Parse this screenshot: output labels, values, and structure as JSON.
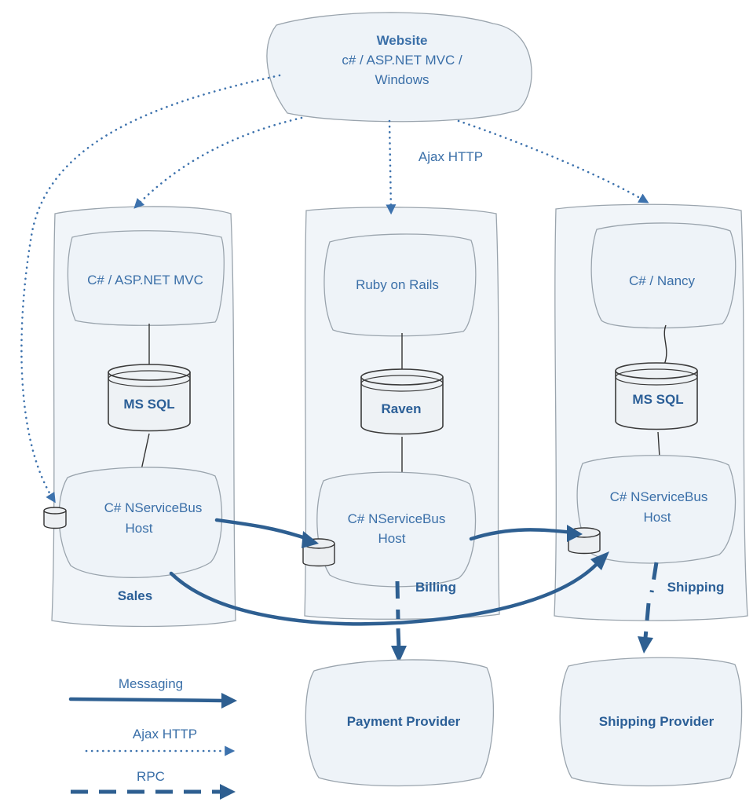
{
  "website": {
    "title": "Website",
    "line1": "c# / ASP.NET MVC /",
    "line2": "Windows"
  },
  "ajax_center_label": "Ajax HTTP",
  "services": {
    "sales": {
      "label": "Sales",
      "frontend": "C# / ASP.NET MVC",
      "database": "MS SQL",
      "host_line1": "C# NServiceBus",
      "host_line2": "Host"
    },
    "billing": {
      "label": "Billing",
      "frontend": "Ruby on Rails",
      "database": "Raven",
      "host_line1": "C# NServiceBus",
      "host_line2": "Host"
    },
    "shipping": {
      "label": "Shipping",
      "frontend": "C# / Nancy",
      "database": "MS SQL",
      "host_line1": "C# NServiceBus",
      "host_line2": "Host"
    }
  },
  "external": {
    "payment": "Payment Provider",
    "shipping": "Shipping Provider"
  },
  "legend": {
    "messaging": "Messaging",
    "ajax": "Ajax HTTP",
    "rpc": "RPC"
  },
  "colors": {
    "accent": "#2e5f91",
    "text": "#3a6fa8",
    "node_fill": "#eef3f8"
  }
}
